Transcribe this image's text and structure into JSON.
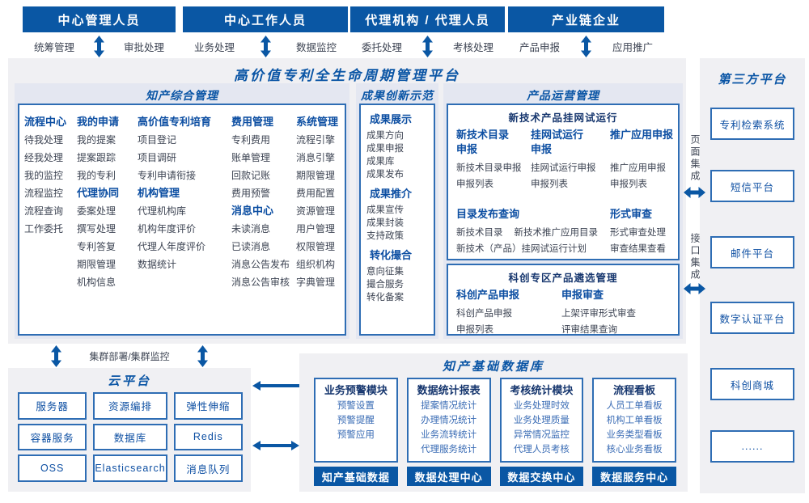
{
  "actors": [
    {
      "name": "中心管理人员",
      "left_label": "统筹管理",
      "right_label": "审批处理"
    },
    {
      "name": "中心工作人员",
      "left_label": "业务处理",
      "right_label": "数据监控"
    },
    {
      "name": "代理机构 / 代理人员",
      "left_label": "委托处理",
      "right_label": "考核处理"
    },
    {
      "name": "产业链企业",
      "left_label": "产品申报",
      "right_label": "应用推广"
    }
  ],
  "platform": {
    "title": "高价值专利全生命周期管理平台"
  },
  "ip": {
    "title": "知产综合管理",
    "columns": [
      [
        {
          "h": "流程中心"
        },
        {
          "i": "待我处理"
        },
        {
          "i": "经我处理"
        },
        {
          "i": "我的监控"
        },
        {
          "i": "流程监控"
        },
        {
          "i": "流程查询"
        },
        {
          "i": "工作委托"
        }
      ],
      [
        {
          "h": "我的申请"
        },
        {
          "i": "我的提案"
        },
        {
          "i": "提案跟踪"
        },
        {
          "i": "我的专利"
        },
        {
          "h": "代理协同"
        },
        {
          "i": "委案处理"
        },
        {
          "i": "撰写处理"
        },
        {
          "i": "专利答复"
        },
        {
          "i": "期限管理"
        },
        {
          "i": "机构信息"
        }
      ],
      [
        {
          "h": "高价值专利培育"
        },
        {
          "i": "项目登记"
        },
        {
          "i": "项目调研"
        },
        {
          "i": "专利申请衔接"
        },
        {
          "h": "机构管理"
        },
        {
          "i": "代理机构库"
        },
        {
          "i": "机构年度评价"
        },
        {
          "i": "代理人年度评价"
        },
        {
          "i": "数据统计"
        }
      ],
      [
        {
          "h": "费用管理"
        },
        {
          "i": "专利费用"
        },
        {
          "i": "账单管理"
        },
        {
          "i": "回款记账"
        },
        {
          "i": "费用预警"
        },
        {
          "h": "消息中心"
        },
        {
          "i": "未读消息"
        },
        {
          "i": "已读消息"
        },
        {
          "i": "消息公告发布"
        },
        {
          "i": "消息公告审核"
        }
      ],
      [
        {
          "h": "系统管理"
        },
        {
          "i": "流程引擎"
        },
        {
          "i": "消息引擎"
        },
        {
          "i": "期限管理"
        },
        {
          "i": "费用配置"
        },
        {
          "i": "资源管理"
        },
        {
          "i": "用户管理"
        },
        {
          "i": "权限管理"
        },
        {
          "i": "组织机构"
        },
        {
          "i": "字典管理"
        }
      ]
    ]
  },
  "ach": {
    "title": "成果创新示范",
    "column": [
      {
        "h": "成果展示"
      },
      {
        "i": "成果方向"
      },
      {
        "i": "成果申报"
      },
      {
        "i": "成果库"
      },
      {
        "i": "成果发布"
      },
      {
        "h": "成果推介"
      },
      {
        "i": "成果宣传"
      },
      {
        "i": "成果封装"
      },
      {
        "i": "支持政策"
      },
      {
        "h": "转化撮合"
      },
      {
        "i": "意向征集"
      },
      {
        "i": "撮合服务"
      },
      {
        "i": "转化备案"
      }
    ]
  },
  "po": {
    "title": "产品运营管理",
    "trial": {
      "title": "新技术产品挂网试运行",
      "cols": [
        [
          {
            "h": "新技术目录申报"
          },
          {
            "i": "新技术目录申报"
          },
          {
            "i": "申报列表"
          }
        ],
        [
          {
            "h": "挂网试运行申报"
          },
          {
            "i": "挂网试运行申报"
          },
          {
            "i": "申报列表"
          }
        ],
        [
          {
            "h": "推广应用申报"
          },
          {
            "i": "推广应用申报"
          },
          {
            "i": "申报列表"
          }
        ]
      ],
      "catalog": [
        {
          "h": "目录发布查询"
        },
        {
          "r": [
            "新技术目录",
            "新技术推广应用目录"
          ]
        },
        {
          "i": "新技术（产品）挂网试运行计划"
        }
      ],
      "review": [
        {
          "h": "形式审查"
        },
        {
          "i": "形式审查处理"
        },
        {
          "i": "审查结果查看"
        }
      ]
    },
    "select": {
      "title": "科创专区产品遴选管理",
      "cols": [
        [
          {
            "h": "科创产品申报"
          },
          {
            "i": "科创产品申报"
          },
          {
            "i": "申报列表"
          }
        ],
        [
          {
            "h": "申报审查"
          },
          {
            "i": "上架评审形式审查"
          },
          {
            "i": "评审结果查询"
          }
        ]
      ]
    }
  },
  "tp": {
    "title": "第三方平台",
    "systems": [
      "专利检索系统",
      "短信平台",
      "邮件平台",
      "数字认证平台",
      "科创商城",
      "......"
    ],
    "page_integration": "页面集成",
    "api_integration": "接口集成"
  },
  "cloud": {
    "title": "云平台",
    "cluster": "集群部署/集群监控",
    "services": [
      "服务器",
      "资源编排",
      "弹性伸缩",
      "容器服务",
      "数据库",
      "Redis",
      "OSS",
      "Elasticsearch",
      "消息队列"
    ]
  },
  "dw": {
    "title": "知产基础数据库",
    "modules": [
      {
        "h": "业务预警模块",
        "items": [
          "预警设置",
          "预警提醒",
          "预警应用"
        ]
      },
      {
        "h": "数据统计报表",
        "items": [
          "提案情况统计",
          "办理情况统计",
          "业务流转统计",
          "代理服务统计"
        ]
      },
      {
        "h": "考核统计模块",
        "items": [
          "业务处理时效",
          "业务处理质量",
          "异常情况监控",
          "代理人员考核"
        ]
      },
      {
        "h": "流程看板",
        "items": [
          "人员工单看板",
          "机构工单看板",
          "业务类型看板",
          "核心业务看板"
        ]
      }
    ],
    "bars": [
      "知产基础数据",
      "数据处理中心",
      "数据交换中心",
      "数据服务中心"
    ]
  }
}
